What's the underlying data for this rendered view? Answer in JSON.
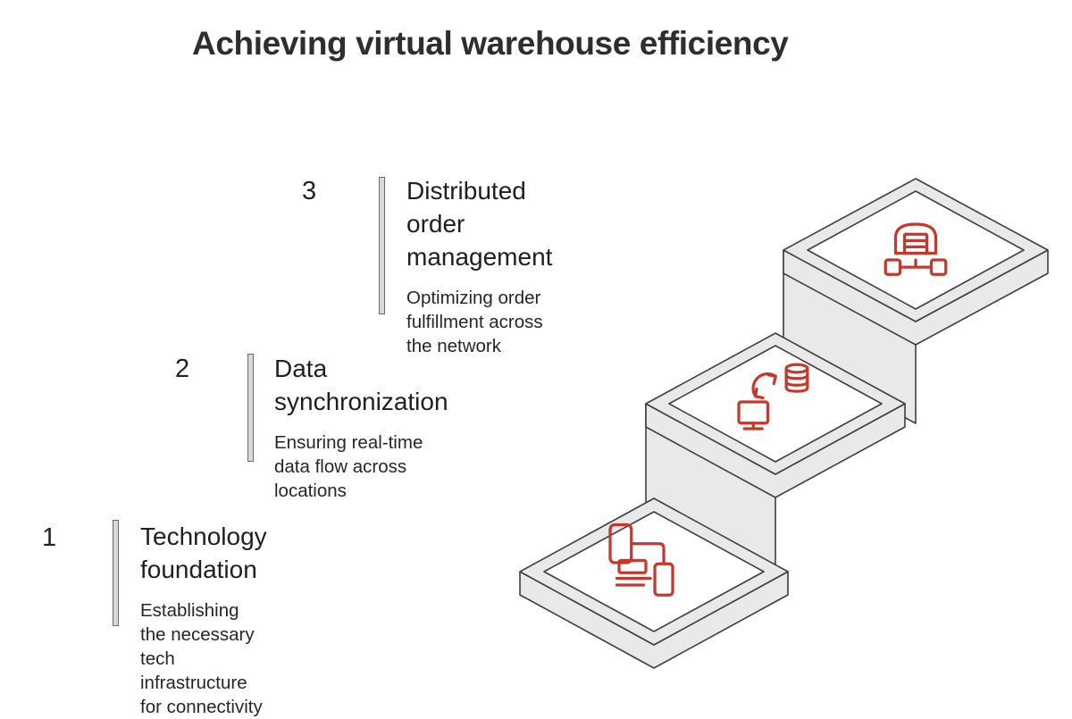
{
  "title": "Achieving virtual warehouse efficiency",
  "steps": [
    {
      "number": "1",
      "title": "Technology foundation",
      "description": "Establishing the necessary tech infrastructure for connectivity",
      "icon": "connected-devices-icon"
    },
    {
      "number": "2",
      "title": "Data synchronization",
      "description": "Ensuring real-time data flow across locations",
      "icon": "data-sync-icon"
    },
    {
      "number": "3",
      "title": "Distributed order management",
      "description": "Optimizing order fulfillment across the network",
      "icon": "warehouse-icon"
    }
  ],
  "colors": {
    "accent_red": "#c4392f",
    "platform_gray": "#e9e9e9",
    "platform_top": "#ffffff",
    "outline": "#3f3f3f",
    "bar_fill": "#d8d8d8",
    "bar_border": "#6b6b6b",
    "text_dark": "#262626"
  }
}
